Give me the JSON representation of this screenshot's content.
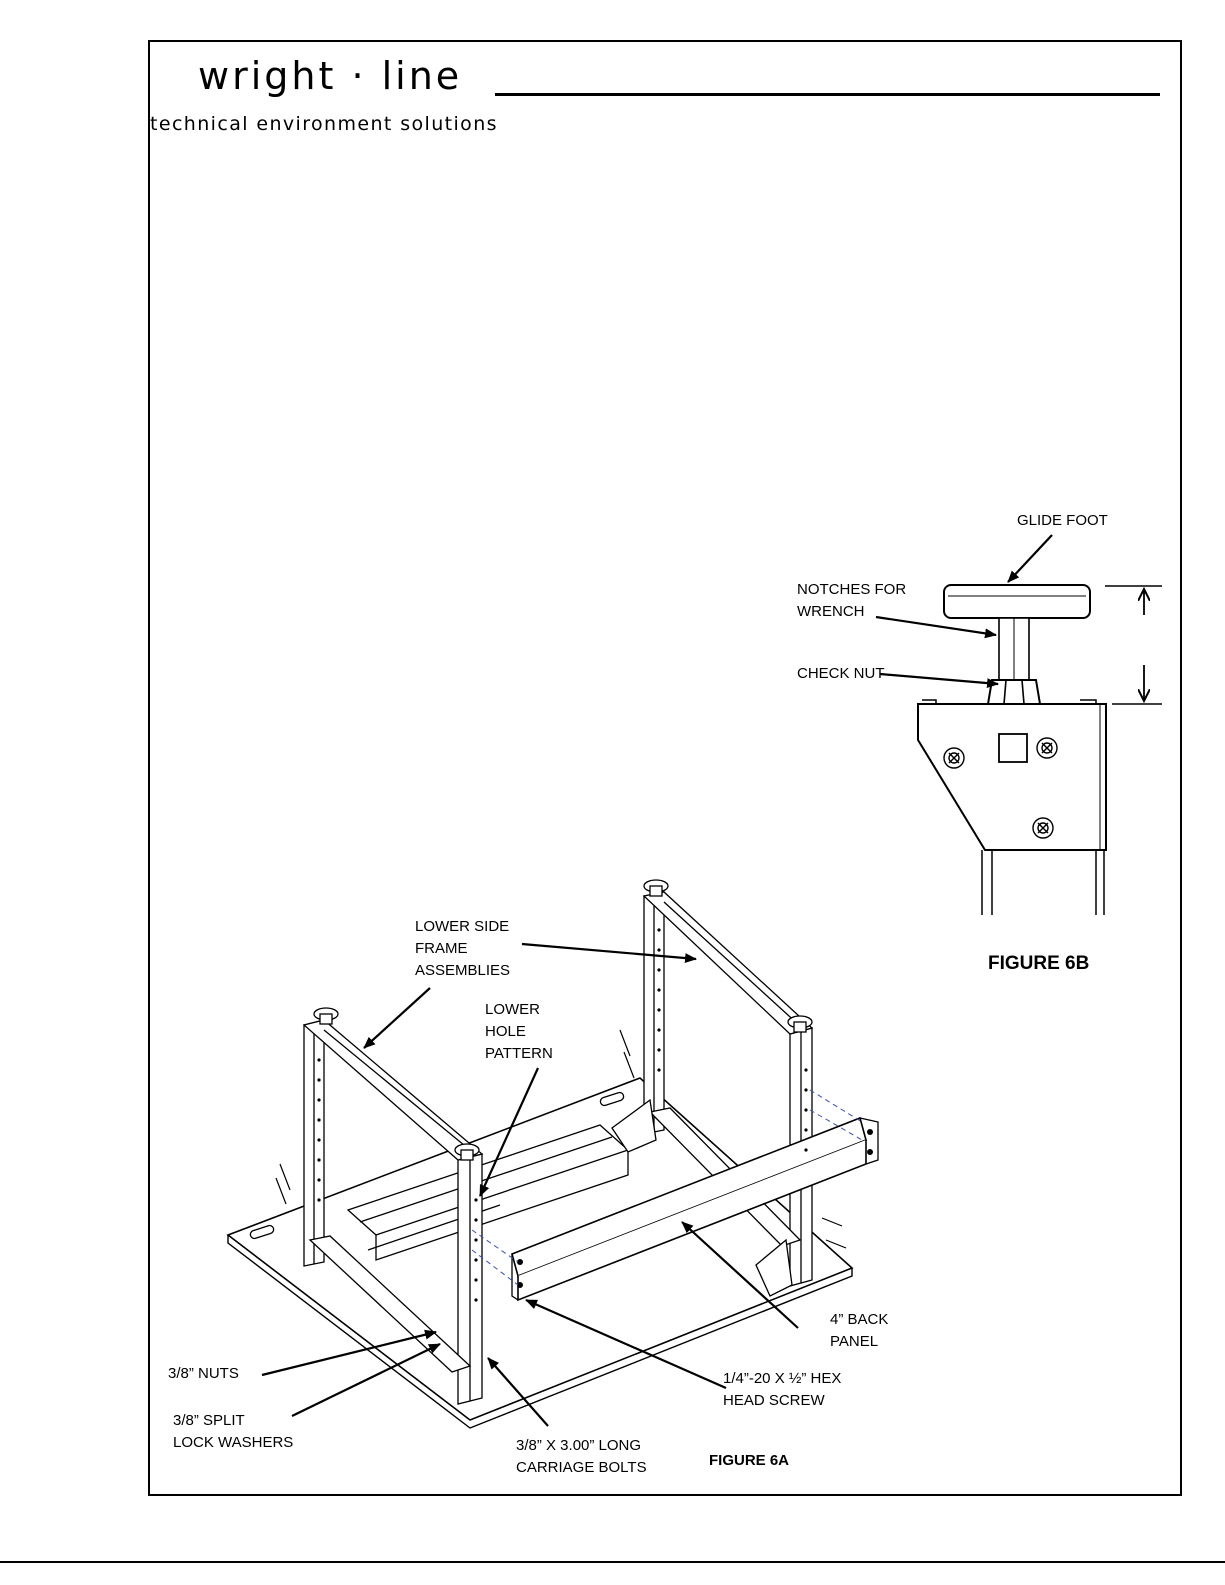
{
  "header": {
    "logo_name": "wright · line",
    "logo_tagline": "technical environment solutions"
  },
  "figure_6b": {
    "caption": "FIGURE 6B",
    "labels": {
      "glide_foot": "GLIDE FOOT",
      "notches": "NOTCHES FOR\nWRENCH",
      "check_nut": "CHECK NUT"
    }
  },
  "figure_6a": {
    "caption": "FIGURE 6A",
    "labels": {
      "lower_side_frame": "LOWER SIDE\nFRAME\nASSEMBLIES",
      "lower_hole_pattern": "LOWER\nHOLE\nPATTERN",
      "nuts": "3/8” NUTS",
      "split_lock_washers": "3/8” SPLIT\nLOCK WASHERS",
      "carriage_bolts": "3/8” X 3.00” LONG\nCARRIAGE BOLTS",
      "hex_head_screw": "1/4”-20 X ½” HEX\nHEAD SCREW",
      "back_panel": "4” BACK\nPANEL"
    }
  }
}
